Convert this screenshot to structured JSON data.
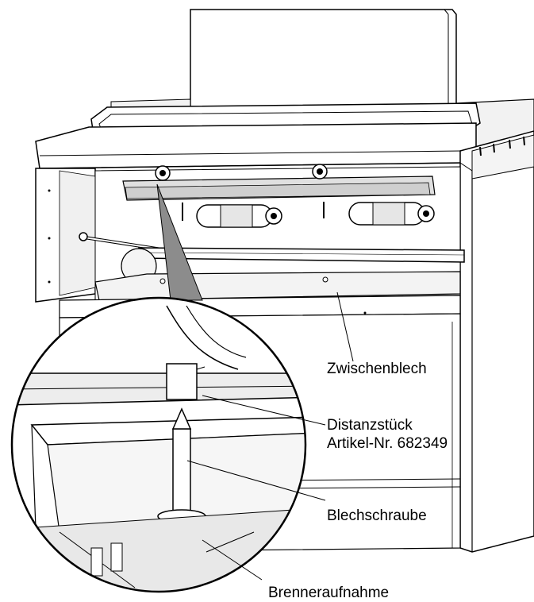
{
  "labels": {
    "zwischenblech": "Zwischenblech",
    "distanzstueck_name": "Distanzstück",
    "distanzstueck_article": "Artikel-Nr. 682349",
    "blechschraube": "Blechschraube",
    "brenneraufnahme": "Brenneraufnahme"
  },
  "colors": {
    "line": "#000000",
    "panel_gray": "#ededed",
    "shade_gray": "#d4d4d4",
    "callout_wedge": "#8c8c8c",
    "background": "#ffffff"
  }
}
